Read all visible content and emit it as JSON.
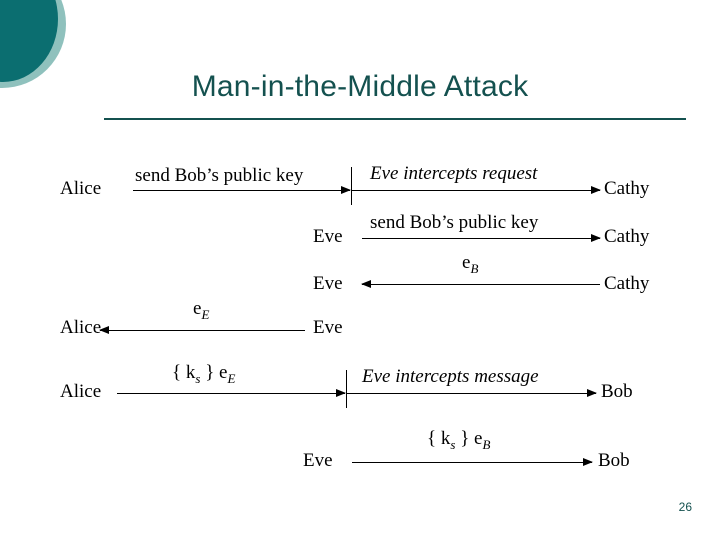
{
  "slide": {
    "title": "Man-in-the-Middle Attack",
    "page_number": "26",
    "accent_color": "#14514f",
    "deco_color_back": "#8fc1bd",
    "deco_color_front": "#0b6e70"
  },
  "diagram": {
    "rows": [
      {
        "left_label": "Alice",
        "arrow1_text": "send Bob’s public key",
        "arrow2_text": "Eve intercepts request",
        "right_label": "Cathy"
      },
      {
        "left_label": "Eve",
        "arrow_text": "send Bob’s public key",
        "right_label": "Cathy"
      },
      {
        "left_label": "Eve",
        "arrow_text_main": "e",
        "arrow_text_sub": "B",
        "right_label": "Cathy"
      },
      {
        "left_label": "Alice",
        "arrow_text_main": "e",
        "arrow_text_sub": "E",
        "right_label": "Eve"
      },
      {
        "left_label": "Alice",
        "arrow1_text": "{ k",
        "arrow1_sub": "s",
        "arrow1_text_end": " } e",
        "arrow1_sub_end": "E",
        "arrow2_text": "Eve intercepts message",
        "right_label": "Bob"
      },
      {
        "left_label": "Eve",
        "arrow_text_main": "{ k",
        "arrow_sub": "s",
        "arrow_text_end": " } e",
        "arrow_sub_end": "B",
        "right_label": "Bob"
      }
    ]
  }
}
